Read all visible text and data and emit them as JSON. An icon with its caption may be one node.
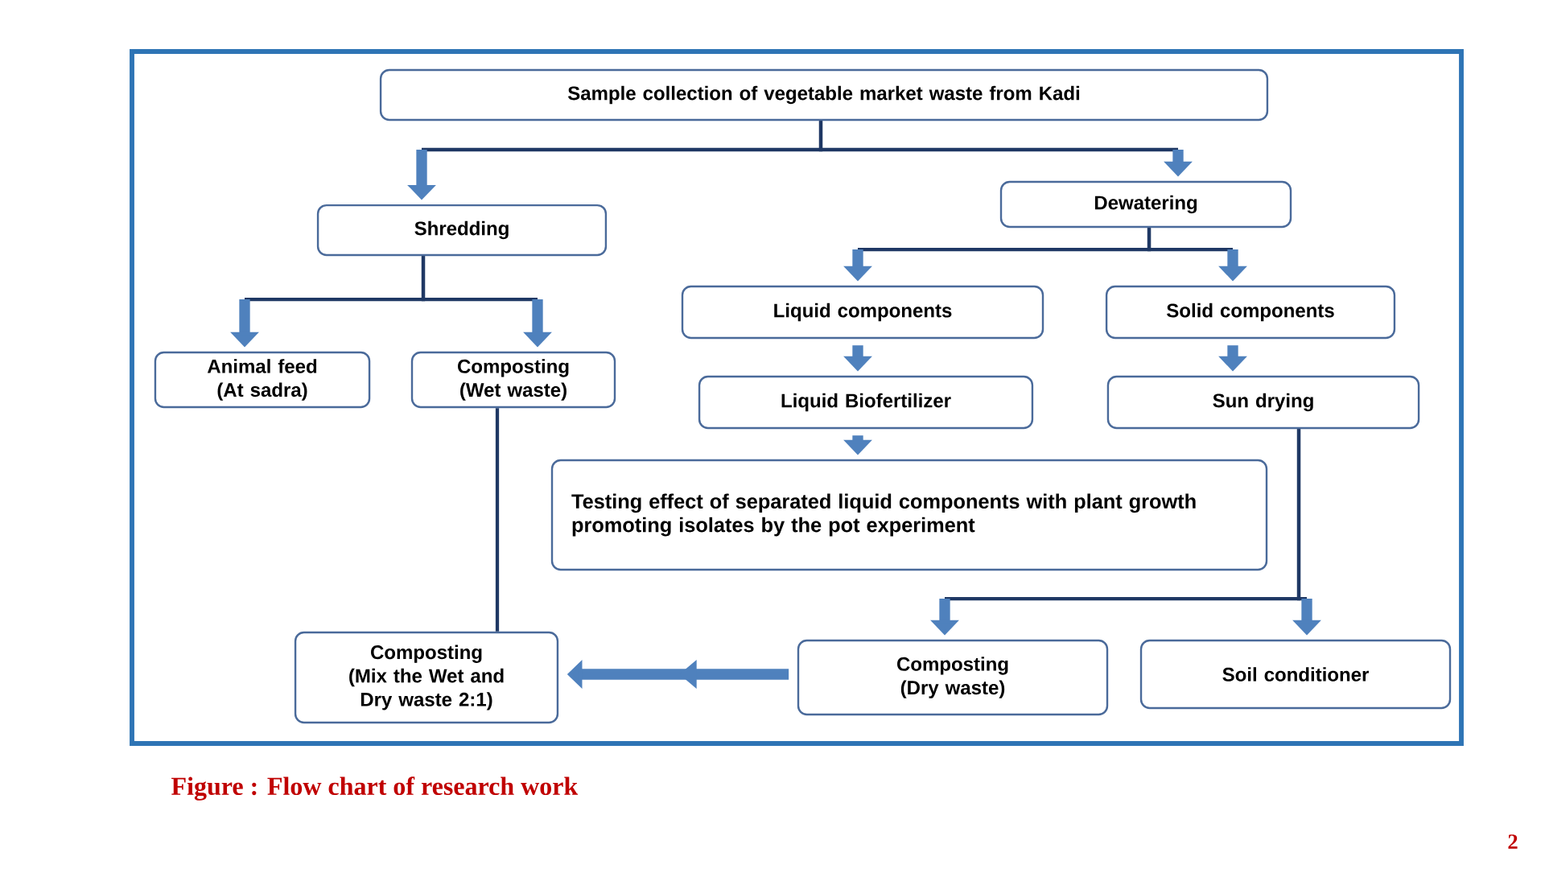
{
  "diagram": {
    "caption": "Figure :  Flow chart of research work",
    "nodes": [
      {
        "text": [
          "Sample collection of vegetable market waste from Kadi"
        ]
      },
      {
        "text": [
          "Shredding"
        ]
      },
      {
        "text": [
          "Dewatering"
        ]
      },
      {
        "text": [
          "Animal feed",
          "(At sadra)"
        ]
      },
      {
        "text": [
          "Composting",
          "(Wet waste)"
        ]
      },
      {
        "text": [
          "Liquid components"
        ]
      },
      {
        "text": [
          "Solid components"
        ]
      },
      {
        "text": [
          "Liquid Biofertilizer"
        ]
      },
      {
        "text": [
          "Sun drying"
        ]
      },
      {
        "text": [
          "Testing effect of separated liquid components with plant growth promoting isolates by the pot experiment"
        ]
      },
      {
        "text": [
          "Composting",
          "(Mix the Wet and Dry waste 2:1)"
        ]
      },
      {
        "text": [
          "Composting",
          "(Dry waste)"
        ]
      },
      {
        "text": [
          "Soil conditioner"
        ]
      }
    ],
    "edges": [
      {
        "from": 0,
        "to": 1,
        "arrow": "to"
      },
      {
        "from": 0,
        "to": 2,
        "arrow": "to"
      },
      {
        "from": 1,
        "to": 3,
        "arrow": "to"
      },
      {
        "from": 1,
        "to": 4,
        "arrow": "to"
      },
      {
        "from": 2,
        "to": 5,
        "arrow": "to"
      },
      {
        "from": 2,
        "to": 6,
        "arrow": "to"
      },
      {
        "from": 5,
        "to": 7,
        "arrow": "to",
        "style": "thick"
      },
      {
        "from": 6,
        "to": 8,
        "arrow": "to",
        "style": "thick"
      },
      {
        "from": 7,
        "to": 9,
        "arrow": "to",
        "style": "thick"
      },
      {
        "from": 8,
        "to": 11,
        "arrow": "to"
      },
      {
        "from": 8,
        "to": 12,
        "arrow": "to"
      },
      {
        "from": 4,
        "to": 10,
        "arrow": "none"
      },
      {
        "from": 11,
        "to": 10,
        "arrow": "to",
        "style": "thick"
      }
    ],
    "labels": [
      "2"
    ]
  }
}
